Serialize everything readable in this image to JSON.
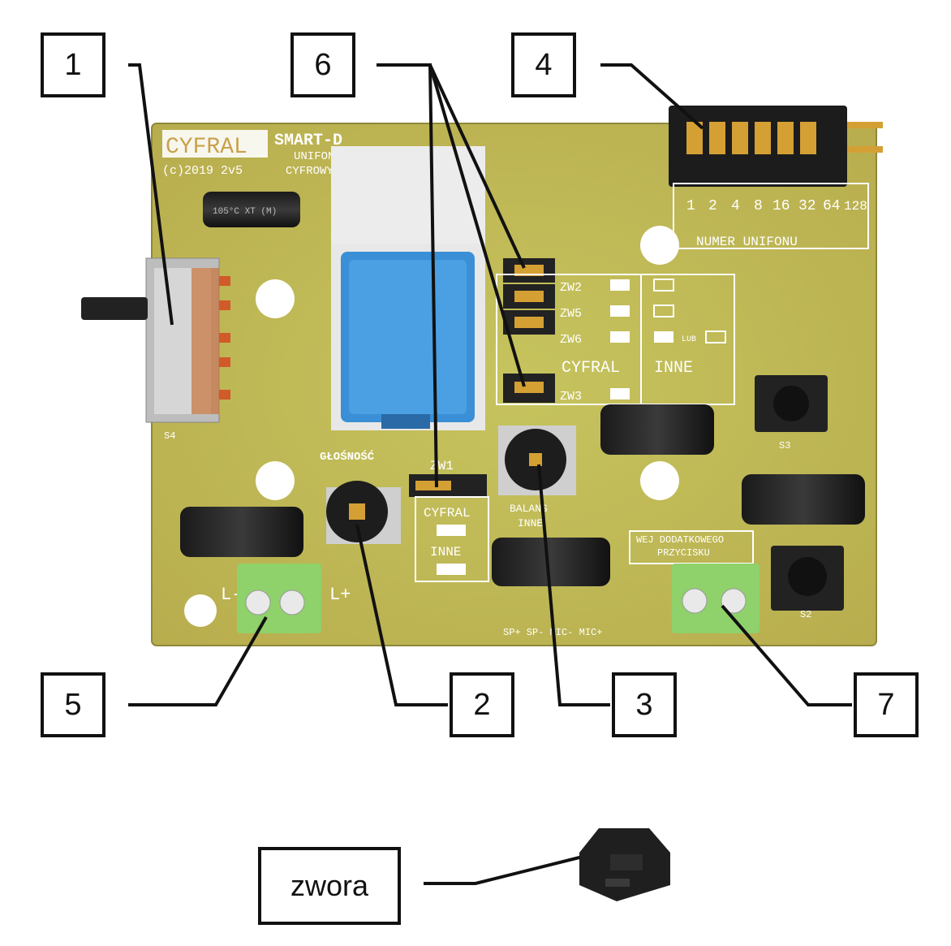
{
  "callouts": [
    {
      "label": "1"
    },
    {
      "label": "2"
    },
    {
      "label": "3"
    },
    {
      "label": "4"
    },
    {
      "label": "5"
    },
    {
      "label": "6"
    },
    {
      "label": "7"
    }
  ],
  "zwora_label": "zwora",
  "board": {
    "brand": "CYFRAL",
    "model": "SMART-D",
    "line1": "UNIFON",
    "line2": "CYFROWY",
    "copyright": "(c)2019 2v5",
    "volume": "GŁOŚNOŚĆ",
    "balance_1": "BALANS",
    "balance_2": "INNE",
    "zw1": "ZW1",
    "zw1_opt1": "CYFRAL",
    "zw1_opt2": "INNE",
    "zw2": "ZW2",
    "zw5": "ZW5",
    "zw6": "ZW6",
    "zw3": "ZW3",
    "col_cyfral": "CYFRAL",
    "col_inne": "INNE",
    "lub": "LUB",
    "address_bits": [
      "1",
      "2",
      "4",
      "8",
      "16",
      "32",
      "64",
      "128"
    ],
    "address_title": "NUMER UNIFONU",
    "extra_button_1": "WEJ DODATKOWEGO",
    "extra_button_2": "PRZYCISKU",
    "terminal_l_minus": "L-",
    "terminal_l_plus": "L+",
    "bottom_pins": "SP+ SP- MIC- MIC+",
    "s4": "S4",
    "s3": "S3",
    "s2": "S2",
    "cap_text": "105°C XT (M)"
  },
  "colors": {
    "pcb": "#c9c25c",
    "pcb_dark": "#a9a444",
    "silkscreen": "#ffffff",
    "relay": "#3a8fd6",
    "terminal": "#8fd16a",
    "outline": "#111111"
  }
}
